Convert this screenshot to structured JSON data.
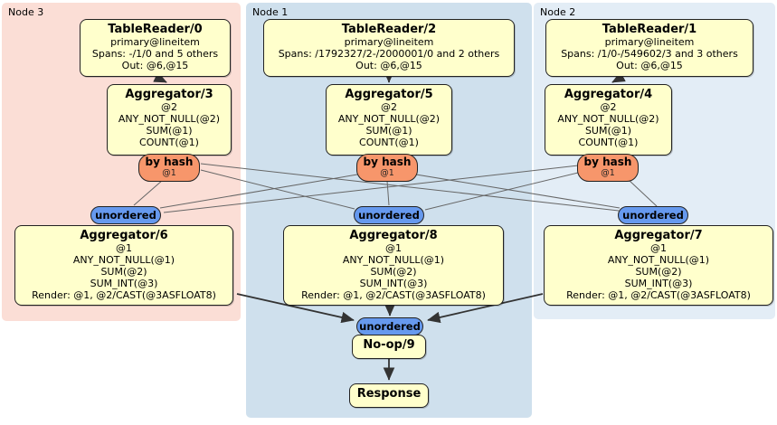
{
  "regions": [
    {
      "label": "Node 3"
    },
    {
      "label": "Node 1"
    },
    {
      "label": "Node 2"
    }
  ],
  "processors": [
    {
      "title": "TableReader/0",
      "rows": [
        "primary@lineitem",
        "Spans: -/1/0 and 5 others",
        "Out: @6,@15"
      ]
    },
    {
      "title": "Aggregator/3",
      "rows": [
        "@2",
        "ANY_NOT_NULL(@2)",
        "SUM(@1)",
        "COUNT(@1)"
      ]
    },
    {
      "title": "Aggregator/6",
      "rows": [
        "@1",
        "ANY_NOT_NULL(@1)",
        "SUM(@2)",
        "SUM_INT(@3)",
        "Render: @1, @2/CAST(@3ASFLOAT8)"
      ]
    },
    {
      "title": "TableReader/2",
      "rows": [
        "primary@lineitem",
        "Spans: /1792327/2-/2000001/0 and 2 others",
        "Out: @6,@15"
      ]
    },
    {
      "title": "Aggregator/5",
      "rows": [
        "@2",
        "ANY_NOT_NULL(@2)",
        "SUM(@1)",
        "COUNT(@1)"
      ]
    },
    {
      "title": "Aggregator/8",
      "rows": [
        "@1",
        "ANY_NOT_NULL(@1)",
        "SUM(@2)",
        "SUM_INT(@3)",
        "Render: @1, @2/CAST(@3ASFLOAT8)"
      ]
    },
    {
      "title": "TableReader/1",
      "rows": [
        "primary@lineitem",
        "Spans: /1/0-/549602/3 and 3 others",
        "Out: @6,@15"
      ]
    },
    {
      "title": "Aggregator/4",
      "rows": [
        "@2",
        "ANY_NOT_NULL(@2)",
        "SUM(@1)",
        "COUNT(@1)"
      ]
    },
    {
      "title": "Aggregator/7",
      "rows": [
        "@1",
        "ANY_NOT_NULL(@1)",
        "SUM(@2)",
        "SUM_INT(@3)",
        "Render: @1, @2/CAST(@3ASFLOAT8)"
      ]
    },
    {
      "title": "No-op/9",
      "rows": []
    },
    {
      "title": "Response",
      "rows": []
    }
  ],
  "routers": [
    {
      "label": "by hash",
      "sub": "@1"
    },
    {
      "label": "by hash",
      "sub": "@1"
    },
    {
      "label": "by hash",
      "sub": "@1"
    }
  ],
  "syncs": [
    {
      "label": "unordered"
    },
    {
      "label": "unordered"
    },
    {
      "label": "unordered"
    },
    {
      "label": "unordered"
    }
  ],
  "colors": {
    "processor_fill": "#ffffcc",
    "router_fill": "#f7966b",
    "sync_fill": "#6699ee",
    "node3_bg": "#fbded6",
    "node1_bg": "#cfe0ed",
    "node2_bg": "#e3edf6",
    "edge_color": "#333333"
  }
}
